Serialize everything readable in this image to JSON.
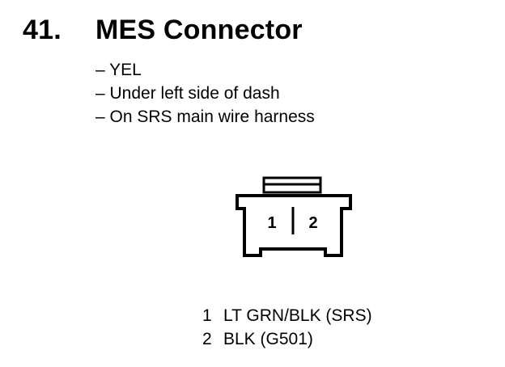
{
  "heading": {
    "number": "41.",
    "title": "MES Connector"
  },
  "notes": [
    "– YEL",
    "– Under left side of dash",
    "– On SRS main wire harness"
  ],
  "connector": {
    "cavities": [
      "1",
      "2"
    ]
  },
  "pins": [
    {
      "number": "1",
      "wire": "LT GRN/BLK (SRS)"
    },
    {
      "number": "2",
      "wire": "BLK (G501)"
    }
  ]
}
